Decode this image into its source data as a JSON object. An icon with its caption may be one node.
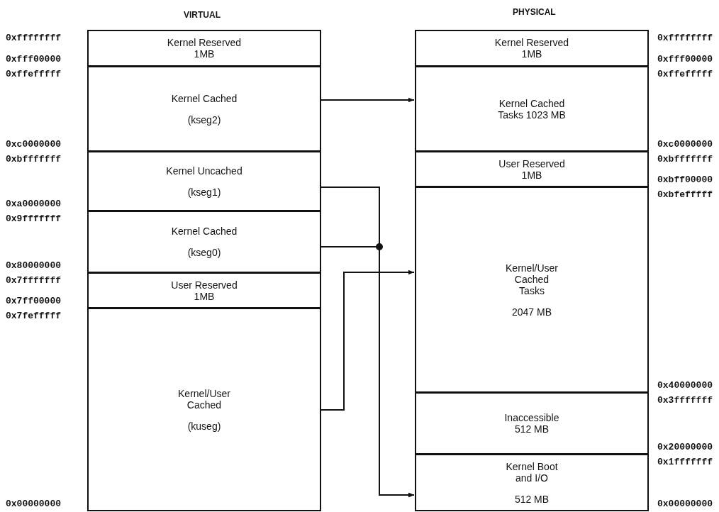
{
  "diagram": {
    "nodes": [
      {
        "text": [
          "Kernel Reserved 1MB"
        ],
        "beside": [
          "0xffffffff",
          "0xfff00000"
        ]
      },
      {
        "text": [
          "Kernel Cached",
          "(kseg2)"
        ],
        "beside": [
          "0xffefffff",
          "0xc0000000"
        ]
      },
      {
        "text": [
          "Kernel Uncached",
          "(kseg1)"
        ],
        "beside": [
          "0xbfffffff",
          "0xa0000000"
        ]
      },
      {
        "text": [
          "Kernel Cached",
          "(kseg0)"
        ],
        "beside": [
          "0x9fffffff",
          "0x80000000"
        ]
      },
      {
        "text": [
          "User Reserved 1MB"
        ],
        "beside": [
          "0x7fffffff",
          "0x7ff00000"
        ]
      },
      {
        "text": [
          "Kernel/User Cached",
          "(kuseg)"
        ],
        "beside": [
          "0x7fefffff",
          "0x00000000"
        ]
      },
      {
        "text": [
          "Kernel Reserved 1MB"
        ],
        "beside": [
          "0xffffffff",
          "0xfff00000"
        ]
      },
      {
        "text": [
          "Kernel Cached Tasks 1023 MB"
        ],
        "beside": [
          "0xffefffff",
          "0xc0000000"
        ]
      },
      {
        "text": [
          "User Reserved 1MB"
        ],
        "beside": [
          "0xbfffffff",
          "0xbff00000"
        ]
      },
      {
        "text": [
          "Kernel/User Cached Tasks",
          "2047 MB"
        ],
        "beside": [
          "0xbfefffff",
          "0x40000000"
        ]
      },
      {
        "text": [
          "Inaccessible 512 MB"
        ],
        "beside": [
          "0x3fffffff",
          "0x20000000"
        ]
      },
      {
        "text": [
          "Kernel Boot and I/O",
          "512 MB"
        ],
        "beside": [
          "0x1fffffff",
          "0x00000000"
        ]
      }
    ],
    "edges": [
      {
        "from": 1,
        "to": 7,
        "arrow": "to"
      },
      {
        "from": 2,
        "to": 11,
        "arrow": "to"
      },
      {
        "from": 3,
        "to": 11,
        "arrow": "to"
      },
      {
        "from": 5,
        "to": 9,
        "arrow": "to"
      }
    ],
    "labels": [
      "VIRTUAL",
      "PHYSICAL"
    ]
  }
}
